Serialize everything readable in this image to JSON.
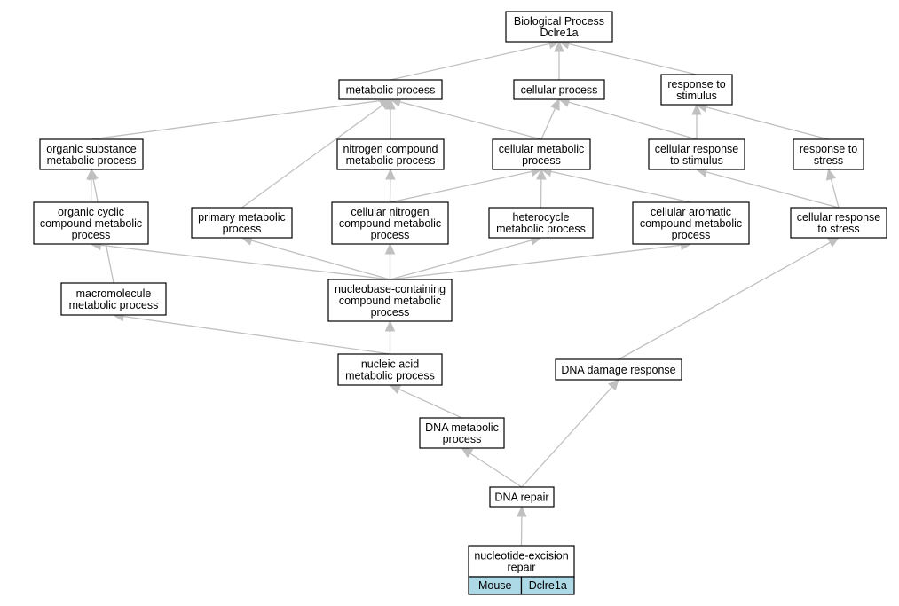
{
  "colors": {
    "node_fill": "#ffffff",
    "node_stroke": "#000000",
    "edge": "#c0c0c0",
    "legend_fill": "#add8e6"
  },
  "nodes": [
    {
      "id": "bp_root",
      "lines": [
        "Biological Process",
        "Dclre1a"
      ]
    },
    {
      "id": "metabolic_process",
      "lines": [
        "metabolic process"
      ]
    },
    {
      "id": "cellular_process",
      "lines": [
        "cellular process"
      ]
    },
    {
      "id": "response_to_stimulus",
      "lines": [
        "response to",
        "stimulus"
      ]
    },
    {
      "id": "organic_substance_metabolic_process",
      "lines": [
        "organic substance",
        "metabolic process"
      ]
    },
    {
      "id": "nitrogen_compound_metabolic_process",
      "lines": [
        "nitrogen compound",
        "metabolic process"
      ]
    },
    {
      "id": "cellular_metabolic_process",
      "lines": [
        "cellular metabolic",
        "process"
      ]
    },
    {
      "id": "cellular_response_to_stimulus",
      "lines": [
        "cellular response",
        "to stimulus"
      ]
    },
    {
      "id": "response_to_stress",
      "lines": [
        "response to",
        "stress"
      ]
    },
    {
      "id": "organic_cyclic_compound_metabolic_process",
      "lines": [
        "organic cyclic",
        "compound metabolic",
        "process"
      ]
    },
    {
      "id": "primary_metabolic_process",
      "lines": [
        "primary metabolic",
        "process"
      ]
    },
    {
      "id": "cellular_nitrogen_compound_metabolic_process",
      "lines": [
        "cellular nitrogen",
        "compound metabolic",
        "process"
      ]
    },
    {
      "id": "heterocycle_metabolic_process",
      "lines": [
        "heterocycle",
        "metabolic process"
      ]
    },
    {
      "id": "cellular_aromatic_compound_metabolic_process",
      "lines": [
        "cellular aromatic",
        "compound metabolic",
        "process"
      ]
    },
    {
      "id": "cellular_response_to_stress",
      "lines": [
        "cellular response",
        "to stress"
      ]
    },
    {
      "id": "macromolecule_metabolic_process",
      "lines": [
        "macromolecule",
        "metabolic process"
      ]
    },
    {
      "id": "nucleobase_containing_compound_metabolic_process",
      "lines": [
        "nucleobase-containing",
        "compound metabolic",
        "process"
      ]
    },
    {
      "id": "nucleic_acid_metabolic_process",
      "lines": [
        "nucleic acid",
        "metabolic process"
      ]
    },
    {
      "id": "dna_damage_response",
      "lines": [
        "DNA damage response"
      ]
    },
    {
      "id": "dna_metabolic_process",
      "lines": [
        "DNA metabolic",
        "process"
      ]
    },
    {
      "id": "dna_repair",
      "lines": [
        "DNA repair"
      ]
    },
    {
      "id": "nucleotide_excision_repair",
      "lines": [
        "nucleotide-excision",
        "repair"
      ]
    }
  ],
  "edges": [
    {
      "from": "metabolic_process",
      "to": "bp_root"
    },
    {
      "from": "cellular_process",
      "to": "bp_root"
    },
    {
      "from": "response_to_stimulus",
      "to": "bp_root"
    },
    {
      "from": "organic_substance_metabolic_process",
      "to": "metabolic_process"
    },
    {
      "from": "primary_metabolic_process",
      "to": "metabolic_process"
    },
    {
      "from": "nitrogen_compound_metabolic_process",
      "to": "metabolic_process"
    },
    {
      "from": "cellular_metabolic_process",
      "to": "metabolic_process"
    },
    {
      "from": "cellular_metabolic_process",
      "to": "cellular_process"
    },
    {
      "from": "cellular_response_to_stimulus",
      "to": "cellular_process"
    },
    {
      "from": "cellular_response_to_stimulus",
      "to": "response_to_stimulus"
    },
    {
      "from": "response_to_stress",
      "to": "response_to_stimulus"
    },
    {
      "from": "organic_cyclic_compound_metabolic_process",
      "to": "organic_substance_metabolic_process"
    },
    {
      "from": "macromolecule_metabolic_process",
      "to": "organic_substance_metabolic_process"
    },
    {
      "from": "cellular_nitrogen_compound_metabolic_process",
      "to": "nitrogen_compound_metabolic_process"
    },
    {
      "from": "cellular_nitrogen_compound_metabolic_process",
      "to": "cellular_metabolic_process"
    },
    {
      "from": "heterocycle_metabolic_process",
      "to": "cellular_metabolic_process"
    },
    {
      "from": "cellular_aromatic_compound_metabolic_process",
      "to": "cellular_metabolic_process"
    },
    {
      "from": "cellular_response_to_stress",
      "to": "cellular_response_to_stimulus"
    },
    {
      "from": "cellular_response_to_stress",
      "to": "response_to_stress"
    },
    {
      "from": "nucleobase_containing_compound_metabolic_process",
      "to": "organic_cyclic_compound_metabolic_process"
    },
    {
      "from": "nucleobase_containing_compound_metabolic_process",
      "to": "primary_metabolic_process"
    },
    {
      "from": "nucleobase_containing_compound_metabolic_process",
      "to": "cellular_nitrogen_compound_metabolic_process"
    },
    {
      "from": "nucleobase_containing_compound_metabolic_process",
      "to": "heterocycle_metabolic_process"
    },
    {
      "from": "nucleobase_containing_compound_metabolic_process",
      "to": "cellular_aromatic_compound_metabolic_process"
    },
    {
      "from": "nucleic_acid_metabolic_process",
      "to": "macromolecule_metabolic_process"
    },
    {
      "from": "nucleic_acid_metabolic_process",
      "to": "nucleobase_containing_compound_metabolic_process"
    },
    {
      "from": "dna_damage_response",
      "to": "cellular_response_to_stress"
    },
    {
      "from": "dna_metabolic_process",
      "to": "nucleic_acid_metabolic_process"
    },
    {
      "from": "dna_repair",
      "to": "dna_metabolic_process"
    },
    {
      "from": "dna_repair",
      "to": "dna_damage_response"
    },
    {
      "from": "nucleotide_excision_repair",
      "to": "dna_repair"
    }
  ],
  "legend": {
    "node": "nucleotide_excision_repair",
    "organism": "Mouse",
    "gene": "Dclre1a"
  }
}
